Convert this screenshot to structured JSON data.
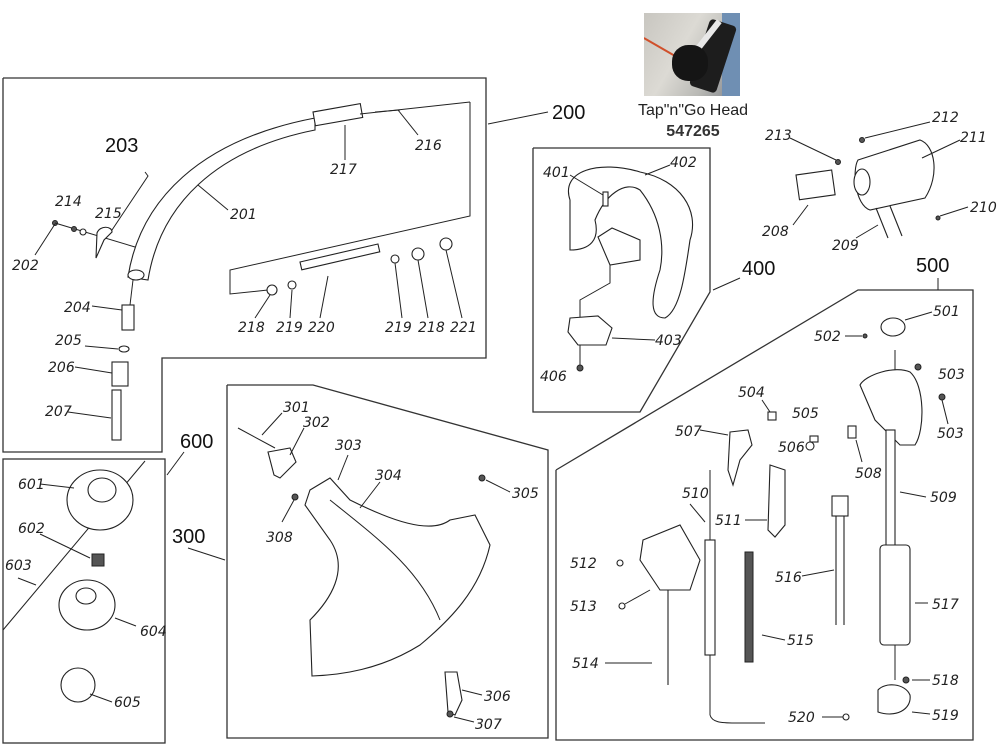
{
  "title": "String trimmer exploded parts diagram",
  "callout": {
    "caption": "Tap\"n\"Go Head",
    "part_number": "547265",
    "photo": "trimmer-head-photo"
  },
  "groups": {
    "g200": "200",
    "g203": "203",
    "g300": "300",
    "g400": "400",
    "g500": "500",
    "g600": "600"
  },
  "labels": {
    "p201": "201",
    "p202": "202",
    "p204": "204",
    "p205": "205",
    "p206": "206",
    "p207": "207",
    "p208": "208",
    "p209": "209",
    "p210": "210",
    "p211": "211",
    "p212": "212",
    "p213": "213",
    "p214": "214",
    "p215": "215",
    "p216": "216",
    "p217": "217",
    "p218a": "218",
    "p219a": "219",
    "p220": "220",
    "p219b": "219",
    "p218b": "218",
    "p221": "221",
    "p301": "301",
    "p302": "302",
    "p303": "303",
    "p304": "304",
    "p305": "305",
    "p306": "306",
    "p307": "307",
    "p308": "308",
    "p401": "401",
    "p402": "402",
    "p403": "403",
    "p406": "406",
    "p501": "501",
    "p502": "502",
    "p503a": "503",
    "p503b": "503",
    "p504": "504",
    "p505": "505",
    "p506": "506",
    "p507": "507",
    "p508": "508",
    "p509": "509",
    "p510": "510",
    "p511": "511",
    "p512": "512",
    "p513": "513",
    "p514": "514",
    "p515": "515",
    "p516": "516",
    "p517": "517",
    "p518": "518",
    "p519": "519",
    "p520": "520",
    "p601": "601",
    "p602": "602",
    "p603": "603",
    "p604": "604",
    "p605": "605"
  }
}
